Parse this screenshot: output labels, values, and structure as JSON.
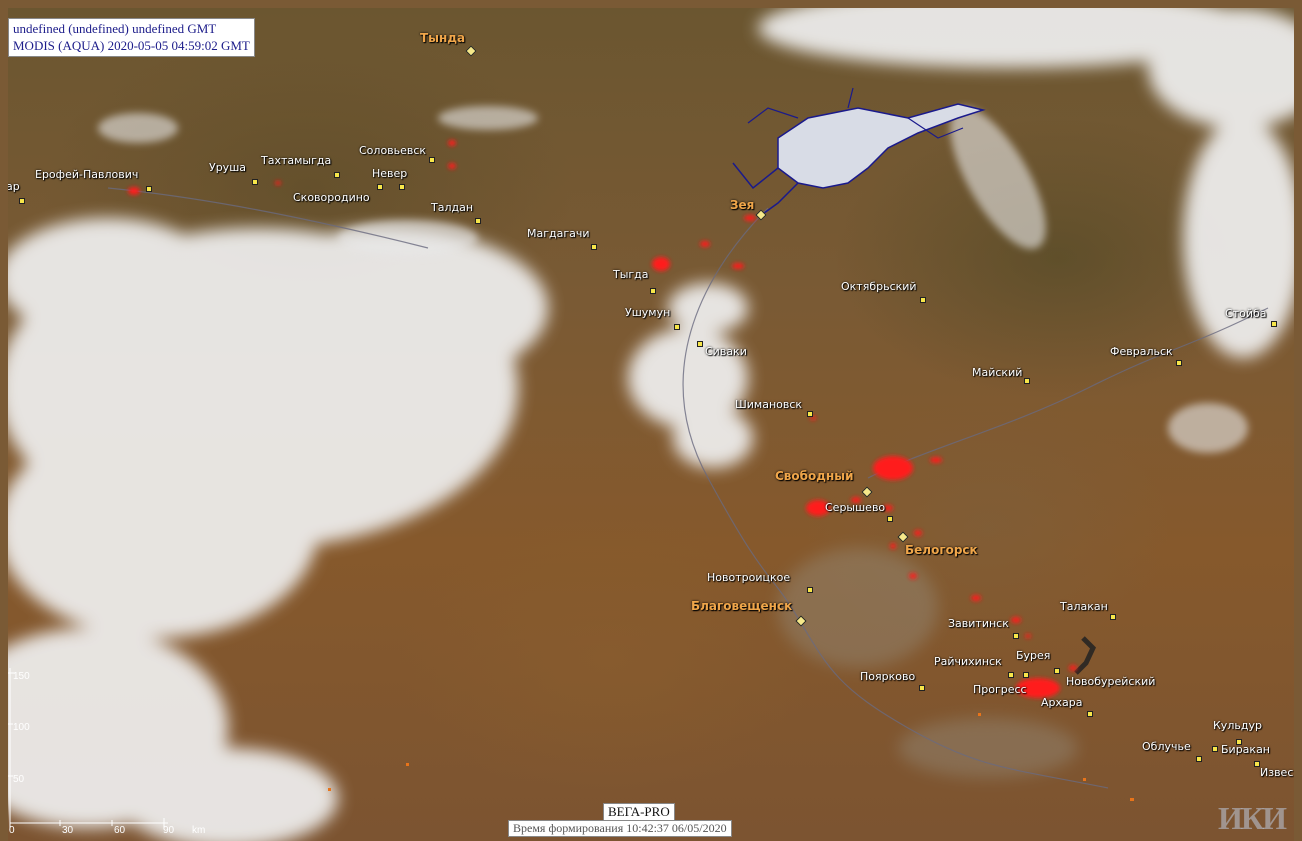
{
  "info": {
    "line1": "undefined (undefined) undefined GMT",
    "line2": "MODIS (AQUA) 2020-05-05 04:59:02 GMT"
  },
  "footer": {
    "brand": "ВЕГА-PRO",
    "generated": "Время формирования 10:42:37 06/05/2020",
    "logo": "ИКИ"
  },
  "scale": {
    "h_ticks": [
      "0",
      "30",
      "60",
      "90"
    ],
    "h_unit": "km",
    "v_ticks": [
      "150",
      "100",
      "50"
    ]
  },
  "colors": {
    "fire": "#ff1a1a",
    "city_marker": "#f7e64a",
    "major_label": "#f0a64a",
    "reservoir_outline": "#1a1a8c",
    "info_text": "#1c1c8a"
  },
  "places": {
    "tynda": "Тында",
    "zeya": "Зея",
    "svobodny": "Свободный",
    "belogorsk": "Белогорск",
    "blagoveshchensk": "Благовещенск",
    "erofey": "Ерофей-Павлович",
    "urusha": "Уруша",
    "takhtamygda": "Тахтамыгда",
    "solovyevsk": "Соловьевск",
    "never": "Невер",
    "skovorodino": "Сковородино",
    "taldan": "Талдан",
    "magdagachi": "Магдагачи",
    "tygda": "Тыгда",
    "ushumun": "Ушумун",
    "sivaki": "Сиваки",
    "oktyabrsky": "Октябрьский",
    "shimanovsk": "Шимановск",
    "maysky": "Майский",
    "fevralsk": "Февральск",
    "stoyba": "Стойба",
    "seryshevo": "Серышево",
    "novotroitskoe": "Новотроицкое",
    "talakan": "Талакан",
    "zavitinsk": "Завитинск",
    "raychikhinsk": "Райчихинск",
    "bureya": "Бурея",
    "novobureysky": "Новобурейский",
    "poyarkovo": "Поярково",
    "progress": "Прогресс",
    "arkhara": "Архара",
    "kuldur": "Кульдур",
    "obluchye": "Облучье",
    "birakan": "Биракан",
    "izvest": "Извес",
    "ar": "ар"
  }
}
